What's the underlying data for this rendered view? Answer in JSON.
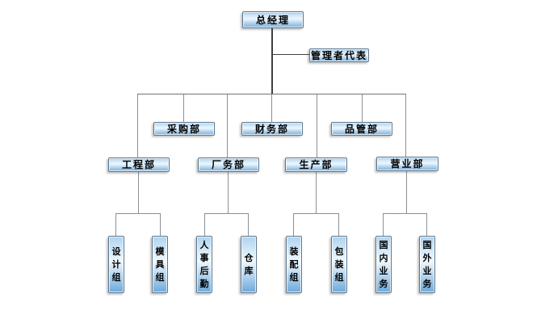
{
  "org": {
    "root": "总经理",
    "staff": "管理者代表",
    "level2": [
      "采购部",
      "财务部",
      "品管部"
    ],
    "level3": [
      "工程部",
      "厂务部",
      "生产部",
      "营业部"
    ],
    "level4": [
      "设计组",
      "模具组",
      "人事后勤",
      "仓库",
      "装配组",
      "包装组",
      "国内业务",
      "国外业务"
    ]
  },
  "colors": {
    "background": "#ffffff",
    "box_border": "#5c768c",
    "box_gradient_top": "#9cc6e8",
    "box_gradient_middle": "#eef6fc",
    "box_gradient_bottom": "#79aedd",
    "connector_primary": "#3f3f3f",
    "connector_secondary": "#8a9097",
    "text": "#000000"
  }
}
